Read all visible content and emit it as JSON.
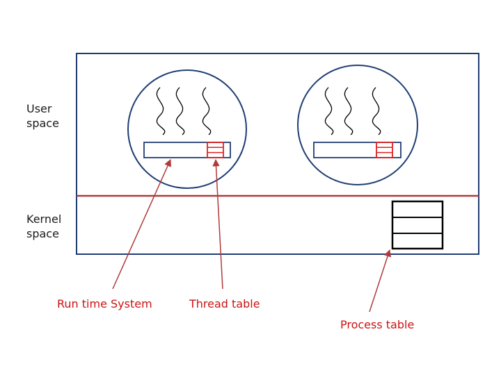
{
  "regions": {
    "user_space": [
      "User",
      "space"
    ],
    "kernel_space": [
      "Kernel",
      "space"
    ]
  },
  "callouts": {
    "runtime_system": "Run time System",
    "thread_table": "Thread table",
    "process_table": "Process table"
  },
  "colors": {
    "outline_blue": "#1f3d73",
    "divider_red": "#b03a3a",
    "arrow_red": "#b03a3a",
    "callout_text_red": "#cc1111",
    "thread_table_red": "#e02020",
    "process_table_black": "#000000"
  },
  "icons": {
    "thread": "wavy-thread-icon"
  }
}
